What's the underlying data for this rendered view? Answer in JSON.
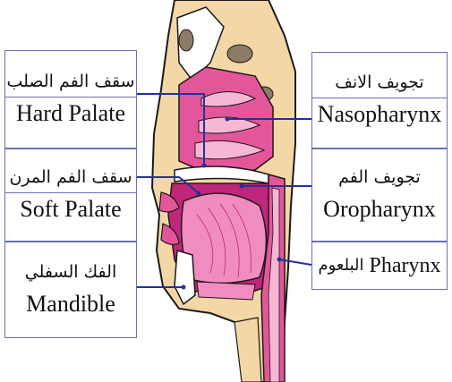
{
  "labels": {
    "hard_palate": {
      "ar": "سقف الفم الصلب",
      "en": "Hard Palate"
    },
    "soft_palate": {
      "ar": "سقف الفم المرن",
      "en": "Soft Palate"
    },
    "mandible": {
      "ar": "الفك السفلي",
      "en": "Mandible"
    },
    "nasopharynx": {
      "ar": "تجويف الانف",
      "en": "Nasopharynx"
    },
    "oropharynx": {
      "ar": "تجويف الفم",
      "en": "Oropharynx"
    },
    "pharynx": {
      "ar": "البلعوم",
      "en": "Pharynx"
    }
  },
  "colors": {
    "box_border": "#6b6fb4",
    "leader_line": "#27309a",
    "skin": "#f3d7a6",
    "bone": "#ffffff",
    "mucosa": "#e4569a",
    "tongue": "#f08cc0",
    "cavity": "#c0267a",
    "outline": "#1a1a1a"
  }
}
